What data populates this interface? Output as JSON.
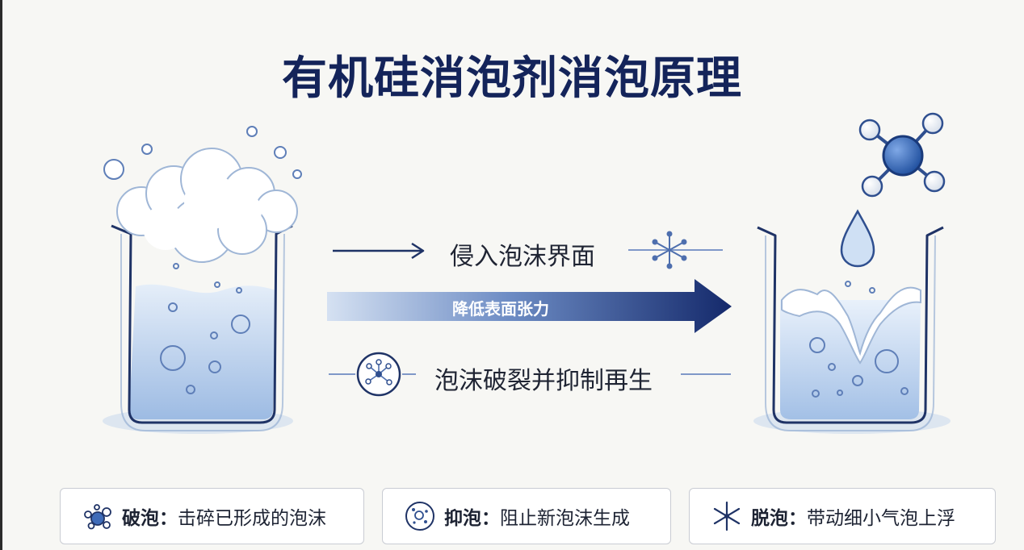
{
  "title": "有机硅消泡剂消泡原理",
  "steps": {
    "invade": "侵入泡沫界面",
    "lower_tension": "降低表面张力",
    "break_suppress": "泡沫破裂并抑制再生"
  },
  "cards": [
    {
      "icon": "bubble-cluster-icon",
      "term": "破泡：",
      "desc": "击碎已形成的泡沫"
    },
    {
      "icon": "bubble-ring-icon",
      "term": "抑泡：",
      "desc": "阻止新泡沫生成"
    },
    {
      "icon": "asterisk-icon",
      "term": "脱泡：",
      "desc": "带动细小气泡上浮"
    }
  ],
  "colors": {
    "title": "#14245a",
    "arrow_dark": "#14296b",
    "arrow_light": "#c9d8ee",
    "water": "#a9c4e6",
    "molecule": "#2f63b8"
  }
}
